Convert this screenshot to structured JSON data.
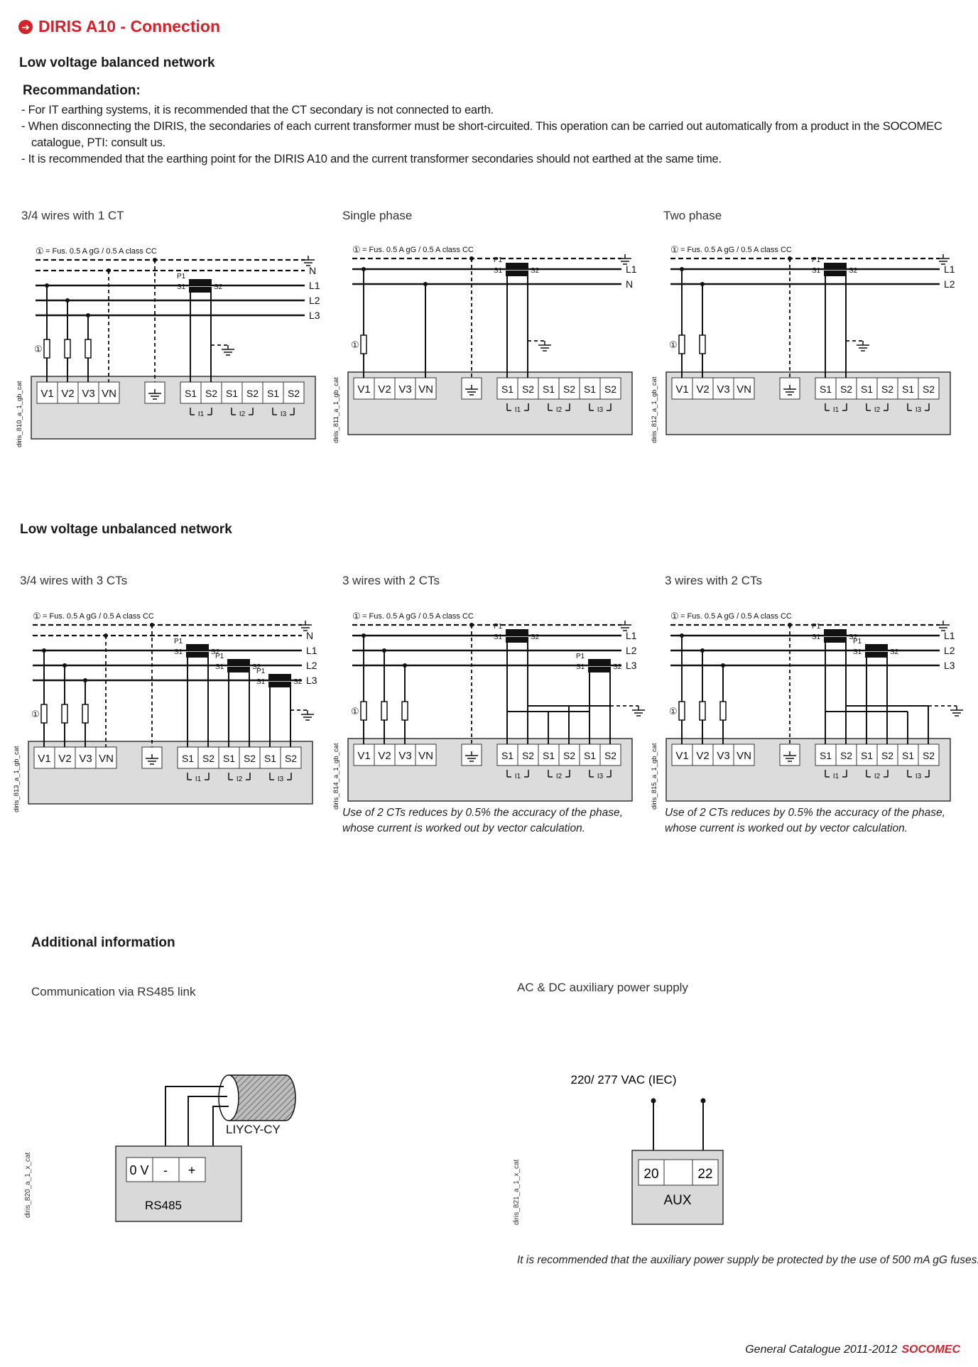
{
  "header": {
    "title": "DIRIS A10 - Connection"
  },
  "balanced": {
    "heading": "Low voltage balanced network",
    "rec_title": "Recommandation:",
    "rec_lines": [
      "- For IT earthing systems, it is recommended that the CT secondary is not connected to earth.",
      "- When disconnecting the DIRIS, the secondaries of each current transformer must be short-circuited. This operation can be carried out automatically from a product in the SOCOMEC",
      "  catalogue, PTI: consult us.",
      "- It is recommended that the earthing point for the DIRIS A10 and the current transformer secondaries should not earthed at the same time."
    ],
    "diagrams": [
      {
        "title": "3/4 wires with 1 CT",
        "code": "diris_810_a_1_gb_cat"
      },
      {
        "title": "Single phase",
        "code": "diris_811_a_1_gb_cat"
      },
      {
        "title": "Two phase",
        "code": "diris_812_a_1_gb_cat"
      }
    ]
  },
  "unbalanced": {
    "heading": "Low voltage unbalanced network",
    "diagrams": [
      {
        "title": "3/4 wires with 3 CTs",
        "code": "diris_813_a_1_gb_cat"
      },
      {
        "title": "3 wires with 2 CTs",
        "code": "diris_814_a_1_gb_cat"
      },
      {
        "title": "3 wires with 2 CTs",
        "code": "diris_815_a_1_gb_cat"
      }
    ],
    "note": "Use of 2 CTs reduces by 0.5% the accuracy of the phase, whose current is worked out by vector calculation."
  },
  "labels": {
    "fuse": "= Fus. 0.5 A gG / 0.5 A class CC",
    "fuse_mark": "①",
    "N": "N",
    "L1": "L1",
    "L2": "L2",
    "L3": "L3",
    "V1": "V1",
    "V2": "V2",
    "V3": "V3",
    "VN": "VN",
    "S1": "S1",
    "S2": "S2",
    "P1": "P1",
    "I1": "I1",
    "I2": "I2",
    "I3": "I3",
    "earth": "⏚"
  },
  "additional": {
    "heading": "Additional information",
    "rs485": {
      "title": "Communication via RS485 link",
      "cable": "LIYCY-CY",
      "terminals": [
        "0 V",
        "-",
        "+"
      ],
      "box_label": "RS485",
      "code": "diris_820_a_1_x_cat"
    },
    "aux": {
      "title": "AC & DC auxiliary power supply",
      "voltage": "220/ 277 VAC (IEC)",
      "terminals": [
        "20",
        "22"
      ],
      "box_label": "AUX",
      "code": "diris_821_a_1_x_cat",
      "note": "It is recommended that the auxiliary power supply be protected by the use of 500 mA gG fuses."
    }
  },
  "footer": {
    "text": "General Catalogue 2011-2012",
    "brand": "SOCOMEC"
  }
}
